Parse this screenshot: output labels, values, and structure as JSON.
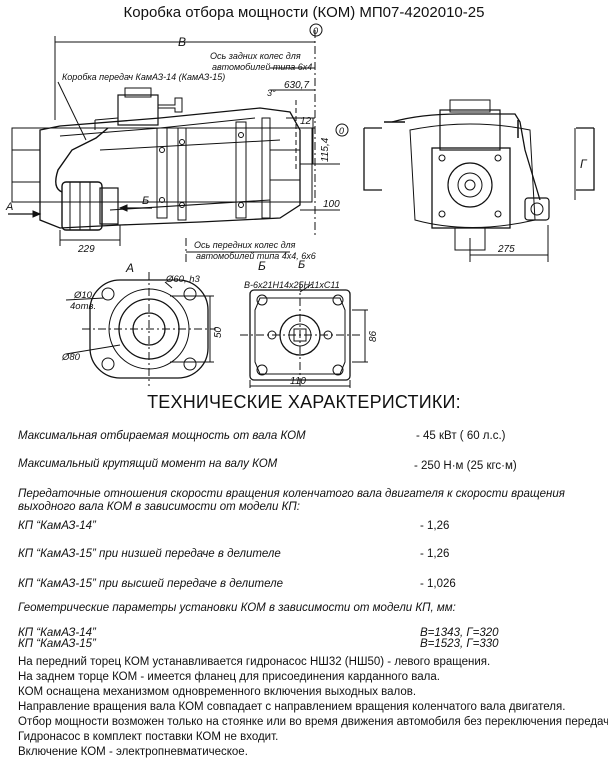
{
  "title": "Коробка отбора мощности (КОМ) МП07-4202010-25",
  "drawing": {
    "labels": {
      "dim_b": "В",
      "axis_6x4": [
        "Ось задних колес для",
        "автомобилей типа 6х4"
      ],
      "gearbox": "Коробка передач КамАЗ-14 (КамАЗ-15)",
      "dim_630": "630,7",
      "dim_3": "3°",
      "dim_12": "12",
      "dim_115": "115,4",
      "dim_100": "100",
      "dim_229": "229",
      "axis_4x4": [
        "Ось передних колес для",
        "автомобилей типа 4х4, 6х6"
      ],
      "arrow_a": "А",
      "arrow_b": "Б",
      "dim_g": "Г",
      "dim_275": "275",
      "circle_0a": "0",
      "circle_0b": "0",
      "view_a": "А",
      "view_b": "Б",
      "d60": "Ø60, h3",
      "d10": [
        "Ø10",
        "4отв."
      ],
      "d80": "Ø80",
      "dim_50": "50",
      "spline": "В-6х21Н14х25Н11хС11",
      "dim_86": "86",
      "dim_110": "110"
    }
  },
  "heading": "ТЕХНИЧЕСКИЕ ХАРАКТЕРИСТИКИ:",
  "specs": {
    "power_label": "Максимальная отбираемая мощность от вала КОМ",
    "power_value": "- 45 кВт ( 60 л.с.)",
    "torque_label": "Максимальный крутящий момент на валу КОМ",
    "torque_value": "- 250 Н·м (25 кгс·м)",
    "ratio_intro_1": "Передаточные отношения скорости вращения коленчатого вала двигателя к скорости вращения",
    "ratio_intro_2": "выходного вала КОМ в зависимости от модели КП:",
    "kp14_label": "КП “КамАЗ-14”",
    "kp14_value": "- 1,26",
    "kp15_low_label": "КП “КамАЗ-15” при низшей передаче в делителе",
    "kp15_low_value": "- 1,26",
    "kp15_high_label": "КП “КамАЗ-15” при высшей передаче в делителе",
    "kp15_high_value": "- 1,026",
    "geom_intro": "Геометрические параметры установки КОМ в зависимости от модели КП, мм:",
    "geom_kp14": "КП “КамАЗ-14”",
    "geom_kp15": "КП “КамАЗ-15”",
    "geom_kp14_value": "В=1343,  Г=320",
    "geom_kp15_value": "В=1523,  Г=330"
  },
  "notes": [
    "На передний торец КОМ устанавливается гидронасос НШ32 (НШ50) - левого вращения.",
    "На заднем торце КОМ - имеется фланец для присоединения карданного вала.",
    "КОМ оснащена механизмом одновременного включения выходных валов.",
    "Направление вращения вала КОМ совпадает с направлением вращения коленчатого вала двигателя.",
    "Отбор мощности возможен только на стоянке или во время движения автомобиля без переключения передач.",
    "Гидронасос в комплект поставки КОМ не входит.",
    "Включение КОМ - электропневматическое."
  ]
}
